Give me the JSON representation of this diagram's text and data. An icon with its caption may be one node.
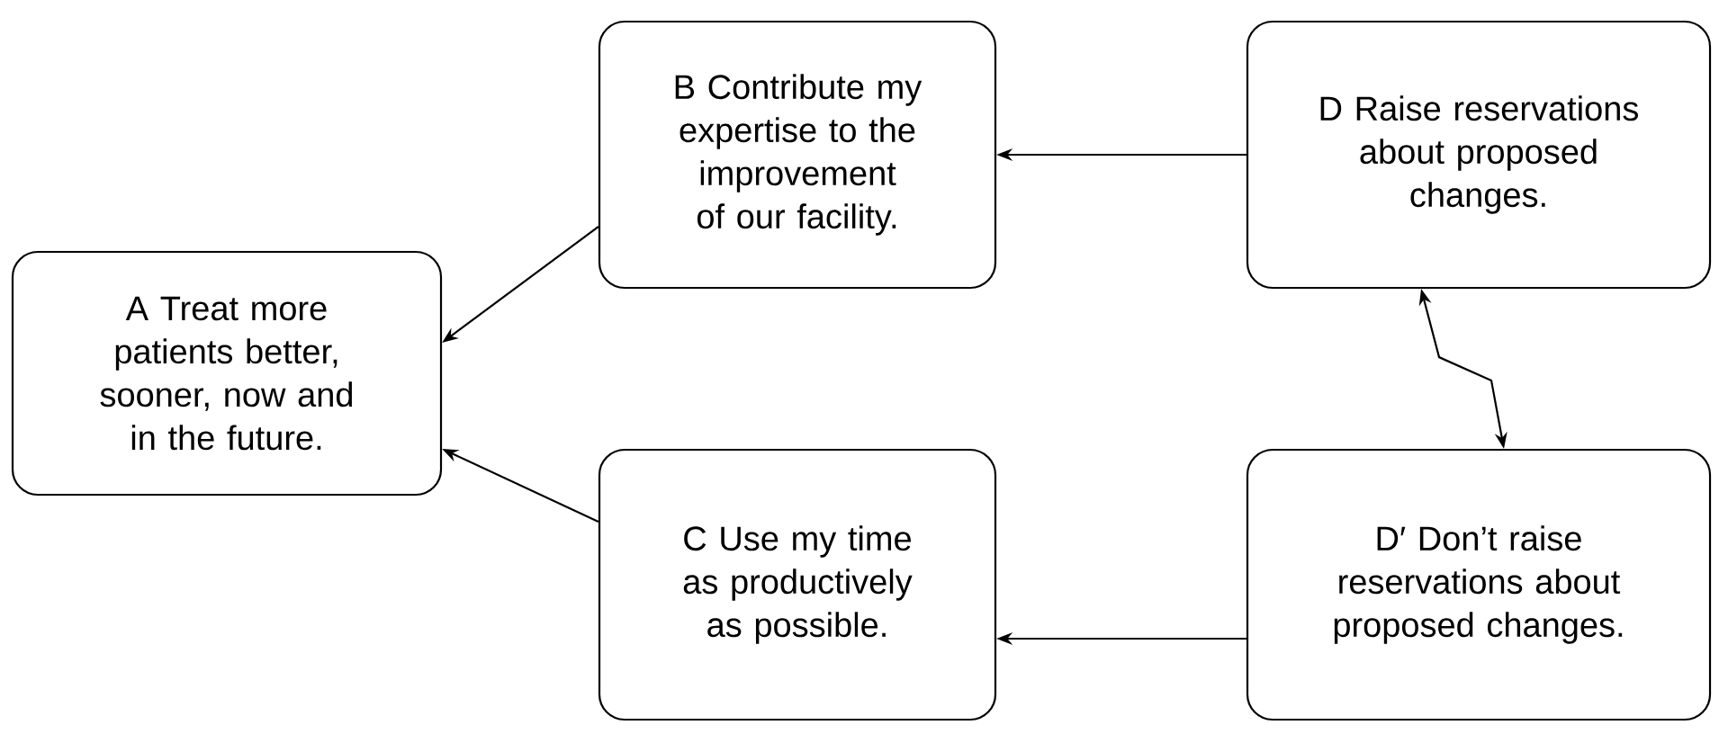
{
  "diagram": {
    "nodes": [
      {
        "text": [
          "A Treat more patients better, sooner, now and in the future."
        ]
      },
      {
        "text": [
          "B Contribute my expertise to the improvement of our facility."
        ]
      },
      {
        "text": [
          "C Use my time as productively as possible."
        ]
      },
      {
        "text": [
          "D Raise reservations about proposed changes."
        ]
      },
      {
        "text": [
          "D′ Don’t raise reservations about proposed changes."
        ]
      }
    ],
    "edges": [
      {
        "from": 1,
        "to": 0,
        "arrow": "to"
      },
      {
        "from": 2,
        "to": 0,
        "arrow": "to"
      },
      {
        "from": 3,
        "to": 1,
        "arrow": "to"
      },
      {
        "from": 4,
        "to": 2,
        "arrow": "to"
      },
      {
        "from": 3,
        "to": 4,
        "arrow": "both"
      }
    ]
  }
}
